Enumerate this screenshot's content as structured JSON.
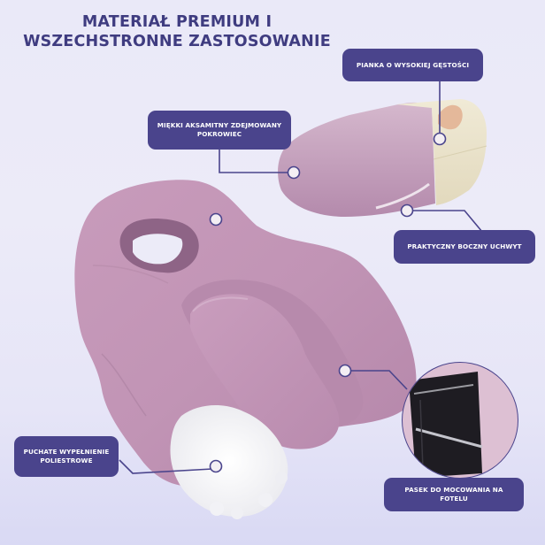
{
  "title": {
    "line1": "MATERIAŁ PREMIUM I",
    "line2": "WSZECHSTRONNE ZASTOSOWANIE"
  },
  "callouts": [
    {
      "id": "foam",
      "label": "PIANKA O WYSOKIEJ GĘSTOŚCI"
    },
    {
      "id": "cover",
      "label_line1": "MIĘKKI AKSAMITNY ZDEJMOWANY",
      "label_line2": "POKROWIEC"
    },
    {
      "id": "handle",
      "label": "PRAKTYCZNY BOCZNY UCHWYT"
    },
    {
      "id": "filling",
      "label_line1": "PUCHATE WYPEŁNIENIE",
      "label_line2": "POLIESTROWE"
    },
    {
      "id": "strap",
      "label": "PASEK DO MOCOWANIA NA FOTELU"
    }
  ],
  "colors": {
    "accent": "#4a448c",
    "title": "#3f3c80",
    "velvet": "#c79ab9",
    "foam": "#ece6cf",
    "background": "#eae9f8"
  }
}
